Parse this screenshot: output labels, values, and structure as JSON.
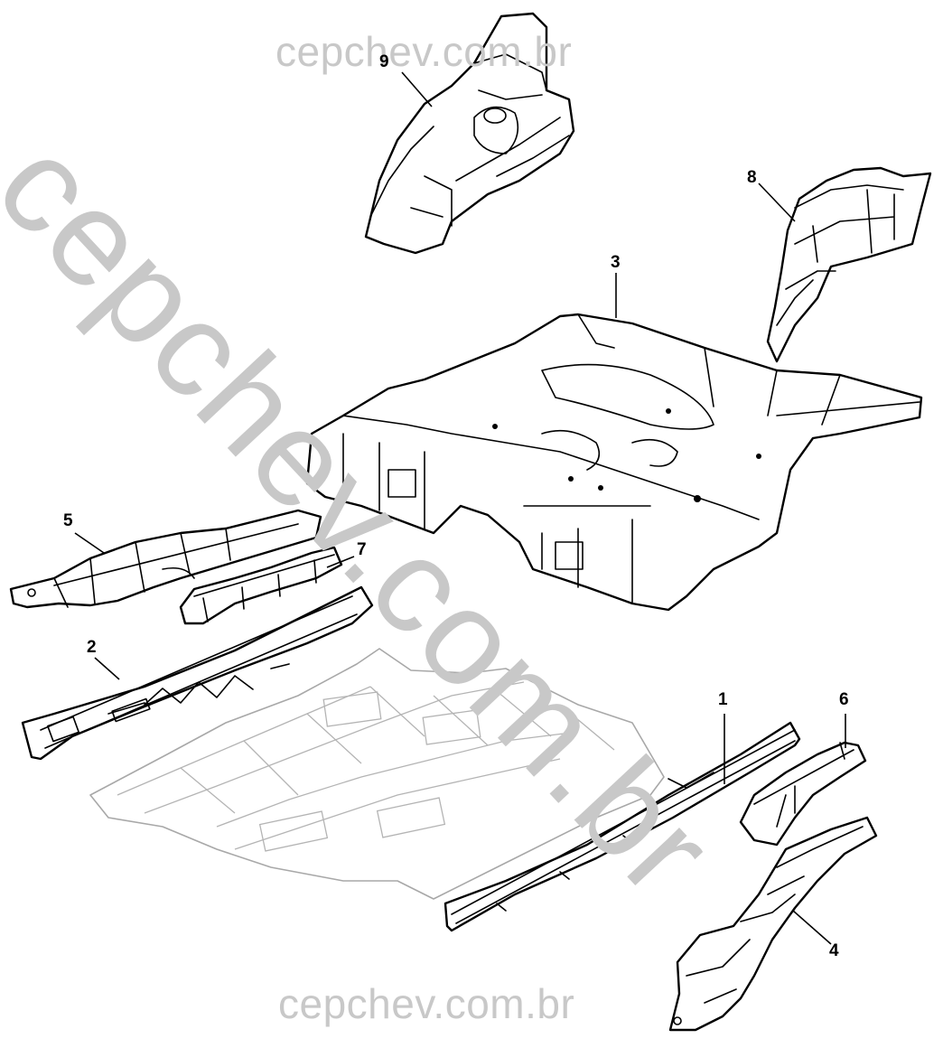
{
  "watermark": {
    "top": "cepchev.com.br",
    "bottom": "cepchev.com.br",
    "diagonal": "cepchev.com.br"
  },
  "callouts": [
    {
      "id": "1",
      "label": "1"
    },
    {
      "id": "2",
      "label": "2"
    },
    {
      "id": "3",
      "label": "3"
    },
    {
      "id": "4",
      "label": "4"
    },
    {
      "id": "5",
      "label": "5"
    },
    {
      "id": "6",
      "label": "6"
    },
    {
      "id": "7",
      "label": "7"
    },
    {
      "id": "8",
      "label": "8"
    },
    {
      "id": "9",
      "label": "9"
    }
  ]
}
